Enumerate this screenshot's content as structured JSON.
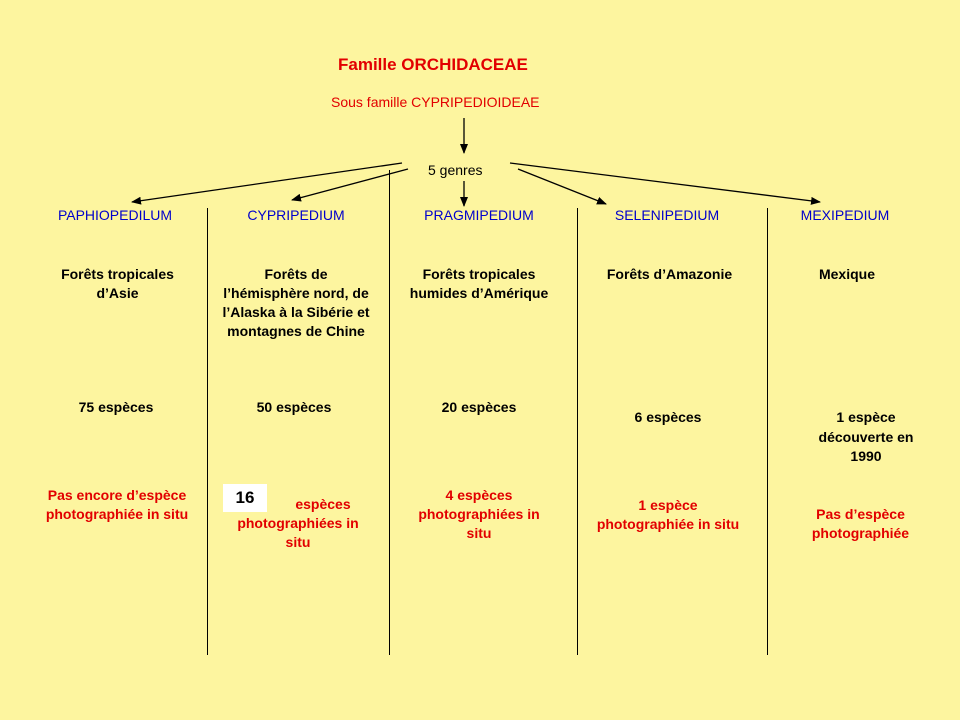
{
  "title": "Famille ORCHIDACEAE",
  "subtitle": "Sous famille CYPRIPEDIOIDEAE",
  "genres_label": "5 genres",
  "highlight_count": "16",
  "columns": [
    {
      "genus": "PAPHIOPEDILUM",
      "habitat": "Forêts tropicales d’Asie",
      "species": "75 espèces",
      "photos": "Pas encore d’espèce photographiée in situ"
    },
    {
      "genus": "CYPRIPEDIUM",
      "habitat": "Forêts de l’hémisphère nord, de l’Alaska à la Sibérie et montagnes de Chine",
      "species": "50 espèces",
      "photos": "espèces photographiées in situ"
    },
    {
      "genus": "PRAGMIPEDIUM",
      "habitat": "Forêts tropicales humides d’Amérique",
      "species": "20 espèces",
      "photos": "4 espèces photographiées in situ"
    },
    {
      "genus": "SELENIPEDIUM",
      "habitat": "Forêts d’Amazonie",
      "species": "6 espèces",
      "photos": "1 espèce photographiée in situ"
    },
    {
      "genus": "MEXIPEDIUM",
      "habitat": "Mexique",
      "species": "1 espèce découverte en 1990",
      "photos": "Pas d’espèce photographiée"
    }
  ],
  "colors": {
    "background": "#fdf59f",
    "title_red": "#e20000",
    "genus_blue": "#0000cc"
  }
}
